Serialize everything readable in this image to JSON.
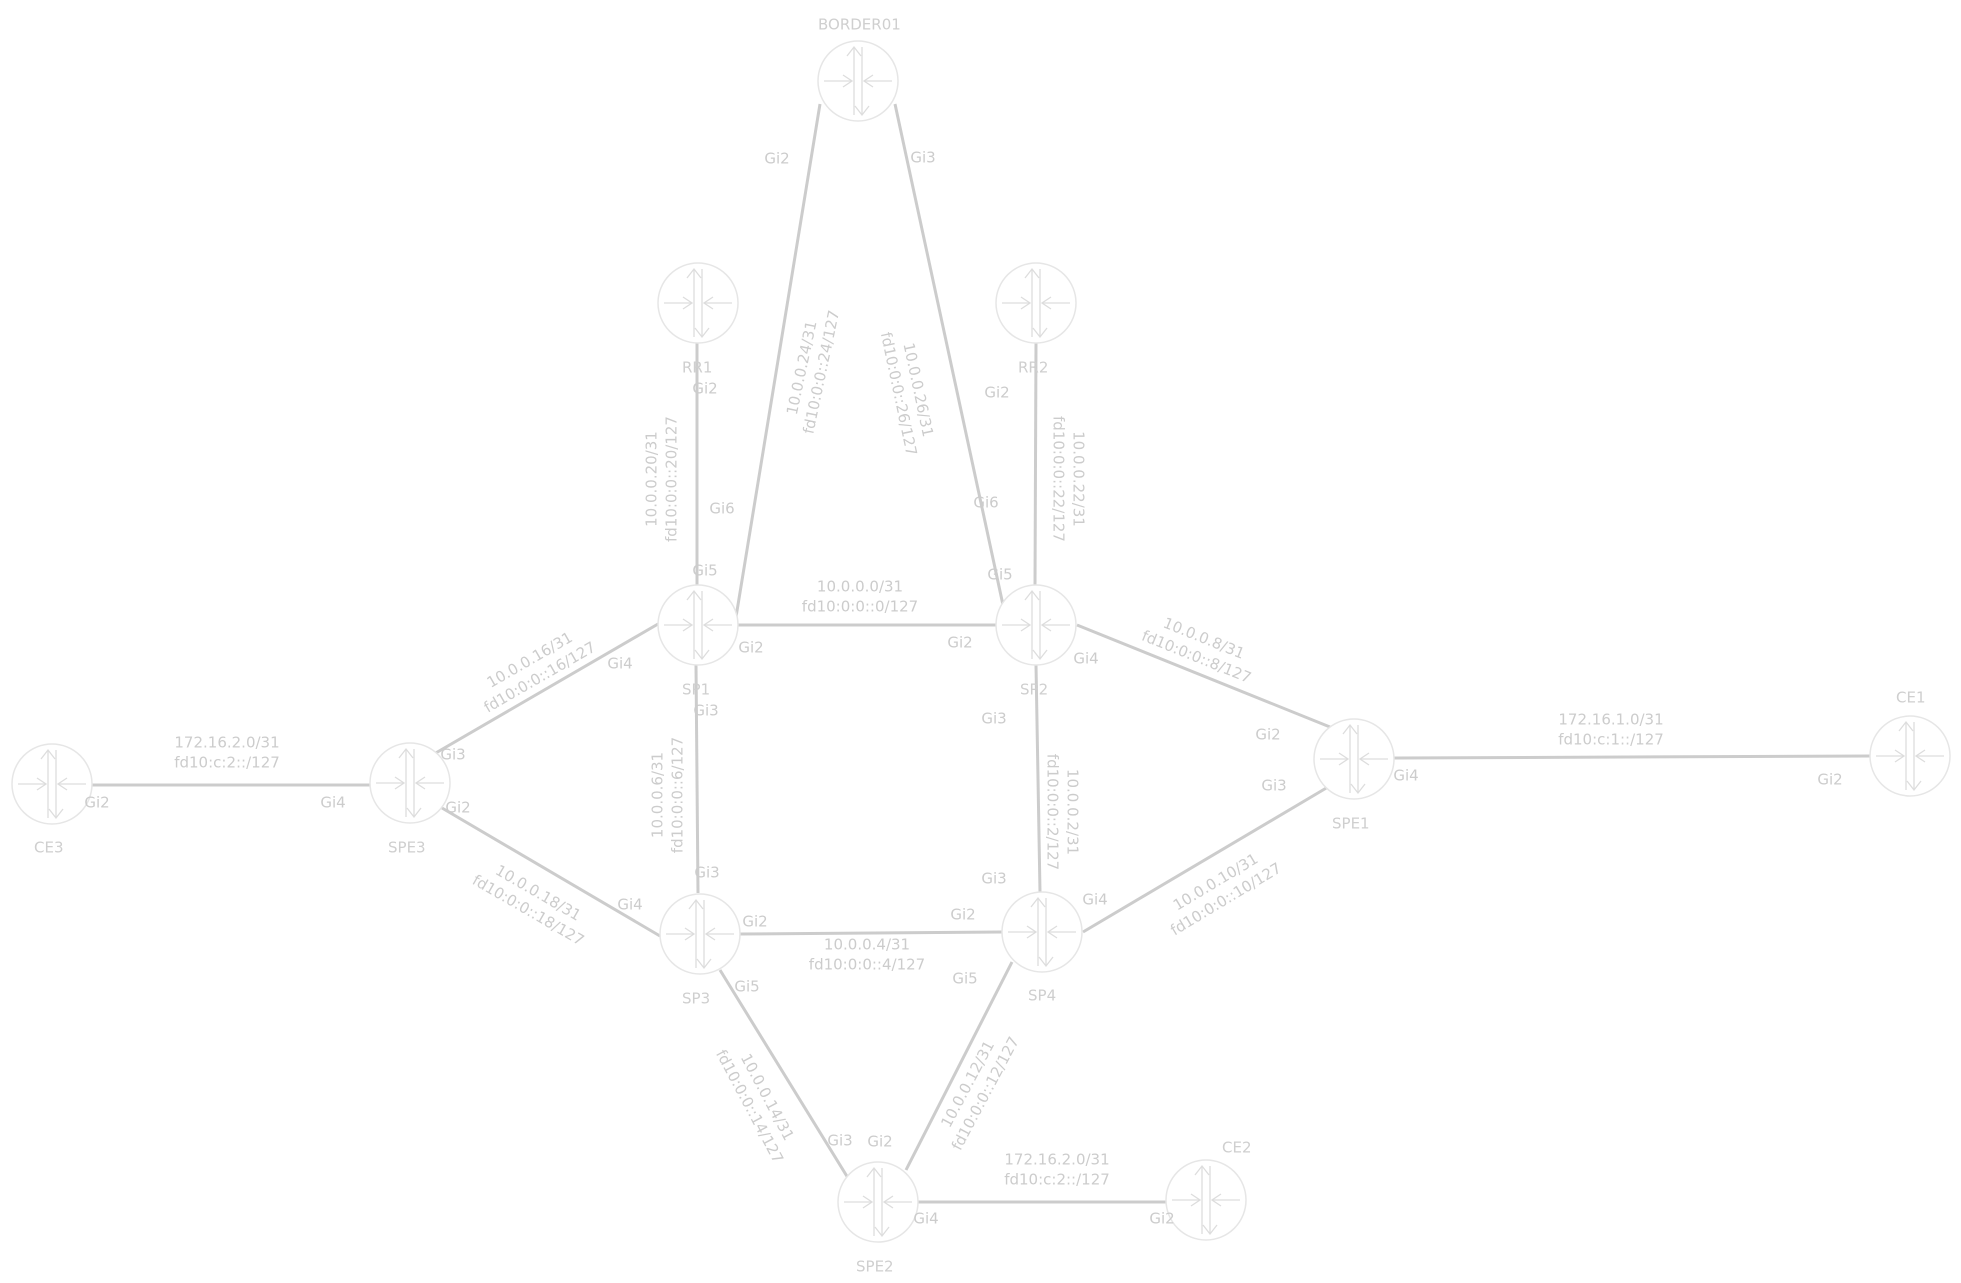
{
  "colors": {
    "link": "#cccccc",
    "router_stroke": "#e6e6e6",
    "router_arrow": "#dddddd",
    "node_label": "#cfcfcf",
    "port_label": "#cccccc",
    "link_label": "#cccccc"
  },
  "icon": "router-icon",
  "nodes": [
    {
      "id": "BORDER01",
      "label": "BORDER01"
    },
    {
      "id": "RR1",
      "label": "RR1"
    },
    {
      "id": "RR2",
      "label": "RR2"
    },
    {
      "id": "SP1",
      "label": "SP1"
    },
    {
      "id": "SP2",
      "label": "SP2"
    },
    {
      "id": "SP3",
      "label": "SP3"
    },
    {
      "id": "SP4",
      "label": "SP4"
    },
    {
      "id": "SPE1",
      "label": "SPE1"
    },
    {
      "id": "SPE2",
      "label": "SPE2"
    },
    {
      "id": "SPE3",
      "label": "SPE3"
    },
    {
      "id": "CE1",
      "label": "CE1"
    },
    {
      "id": "CE2",
      "label": "CE2"
    },
    {
      "id": "CE3",
      "label": "CE3"
    }
  ],
  "links": [
    {
      "id": "border-sp1",
      "from": "BORDER01",
      "to": "SP1",
      "from_port": "Gi2",
      "to_port": "Gi6",
      "v4": "10.0.0.24/31",
      "v6": "fd10:0:0::24/127"
    },
    {
      "id": "border-sp2",
      "from": "BORDER01",
      "to": "SP2",
      "from_port": "Gi3",
      "to_port": "Gi6",
      "v4": "10.0.0.26/31",
      "v6": "fd10:0:0::26/127"
    },
    {
      "id": "rr1-sp1",
      "from": "RR1",
      "to": "SP1",
      "from_port": "Gi2",
      "to_port": "Gi5",
      "v4": "10.0.0.20/31",
      "v6": "fd10:0:0::20/127"
    },
    {
      "id": "rr2-sp2",
      "from": "RR2",
      "to": "SP2",
      "from_port": "Gi2",
      "to_port": "Gi5",
      "v4": "10.0.0.22/31",
      "v6": "fd10:0:0::22/127"
    },
    {
      "id": "sp1-sp2",
      "from": "SP1",
      "to": "SP2",
      "from_port": "Gi2",
      "to_port": "Gi2",
      "v4": "10.0.0.0/31",
      "v6": "fd10:0:0::0/127"
    },
    {
      "id": "sp2-spe1",
      "from": "SP2",
      "to": "SPE1",
      "from_port": "Gi4",
      "to_port": "Gi2",
      "v4": "10.0.0.8/31",
      "v6": "fd10:0:0::8/127"
    },
    {
      "id": "spe1-ce1",
      "from": "SPE1",
      "to": "CE1",
      "from_port": "Gi4",
      "to_port": "Gi2",
      "v4": "172.16.1.0/31",
      "v6": "fd10:c:1::/127"
    },
    {
      "id": "sp1-spe3",
      "from": "SP1",
      "to": "SPE3",
      "from_port": "Gi4",
      "to_port": "Gi3",
      "v4": "10.0.0.16/31",
      "v6": "fd10:0:0::16/127"
    },
    {
      "id": "ce3-spe3",
      "from": "CE3",
      "to": "SPE3",
      "from_port": "Gi2",
      "to_port": "Gi4",
      "v4": "172.16.2.0/31",
      "v6": "fd10:c:2::/127"
    },
    {
      "id": "sp1-sp3",
      "from": "SP1",
      "to": "SP3",
      "from_port": "Gi3",
      "to_port": "Gi3",
      "v4": "10.0.0.6/31",
      "v6": "fd10:0:0::6/127"
    },
    {
      "id": "sp2-sp4",
      "from": "SP2",
      "to": "SP4",
      "from_port": "Gi3",
      "to_port": "Gi3",
      "v4": "10.0.0.2/31",
      "v6": "fd10:0:0::2/127"
    },
    {
      "id": "spe3-sp3",
      "from": "SPE3",
      "to": "SP3",
      "from_port": "Gi2",
      "to_port": "Gi4",
      "v4": "10.0.0.18/31",
      "v6": "fd10:0:0::18/127"
    },
    {
      "id": "sp3-sp4",
      "from": "SP3",
      "to": "SP4",
      "from_port": "Gi2",
      "to_port": "Gi2",
      "v4": "10.0.0.4/31",
      "v6": "fd10:0:0::4/127"
    },
    {
      "id": "sp4-spe1",
      "from": "SP4",
      "to": "SPE1",
      "from_port": "Gi4",
      "to_port": "Gi3",
      "v4": "10.0.0.10/31",
      "v6": "fd10:0:0::10/127"
    },
    {
      "id": "sp3-spe2",
      "from": "SP3",
      "to": "SPE2",
      "from_port": "Gi5",
      "to_port": "Gi3",
      "v4": "10.0.0.14/31",
      "v6": "fd10:0:0::14/127"
    },
    {
      "id": "sp4-spe2",
      "from": "SP4",
      "to": "SPE2",
      "from_port": "Gi5",
      "to_port": "Gi2",
      "v4": "10.0.0.12/31",
      "v6": "fd10:0:0::12/127"
    },
    {
      "id": "spe2-ce2",
      "from": "SPE2",
      "to": "CE2",
      "from_port": "Gi4",
      "to_port": "Gi2",
      "v4": "172.16.2.0/31",
      "v6": "fd10:c:2::/127"
    }
  ]
}
